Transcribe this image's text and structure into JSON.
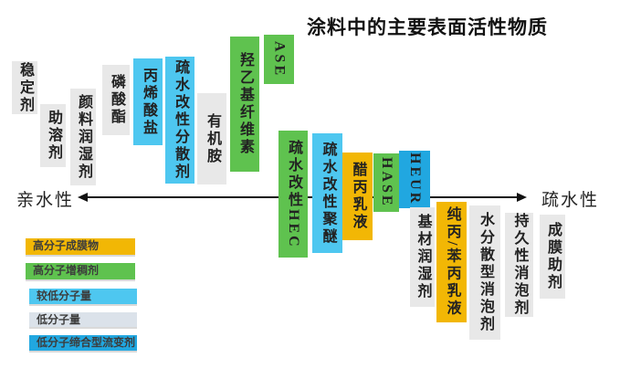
{
  "title": "涂料中的主要表面活性物质",
  "axis": {
    "left_label": "亲水性",
    "right_label": "疏水性"
  },
  "colors": {
    "film_former_yellow": "#F2B705",
    "thickener_green": "#5FC24F",
    "lower_mw_cyan": "#4EC7F0",
    "low_mw_gray": "#E8E8E8",
    "legend_low_mw_gray": "#DBE2EA",
    "assoc_rheology_blue": "#21A7E0",
    "text_dark": "#222222",
    "axis_black": "#111111"
  },
  "bars": [
    {
      "label": "稳定剂",
      "category": "低分子量",
      "color": "low_mw_gray"
    },
    {
      "label": "助溶剂",
      "category": "低分子量",
      "color": "low_mw_gray"
    },
    {
      "label": "颜料润湿剂",
      "category": "低分子量",
      "color": "low_mw_gray"
    },
    {
      "label": "磷酸酯",
      "category": "低分子量",
      "color": "low_mw_gray"
    },
    {
      "label": "丙烯酸盐",
      "category": "较低分子量",
      "color": "lower_mw_cyan"
    },
    {
      "label": "疏水改性分散剂",
      "category": "较低分子量",
      "color": "lower_mw_cyan"
    },
    {
      "label": "有机胺",
      "category": "低分子量",
      "color": "low_mw_gray"
    },
    {
      "label": "羟乙基纤维素",
      "category": "高分子增稠剂",
      "color": "thickener_green"
    },
    {
      "label": "ASE",
      "category": "高分子增稠剂",
      "color": "thickener_green"
    },
    {
      "label": "疏水改性HEC",
      "category": "高分子增稠剂",
      "color": "thickener_green"
    },
    {
      "label": "疏水改性聚醚",
      "category": "较低分子量",
      "color": "lower_mw_cyan"
    },
    {
      "label": "醋丙乳液",
      "category": "高分子成膜物",
      "color": "film_former_yellow"
    },
    {
      "label": "HASE",
      "category": "高分子增稠剂",
      "color": "thickener_green"
    },
    {
      "label": "HEUR",
      "category": "低分子缔合型流变剂",
      "color": "assoc_rheology_blue"
    },
    {
      "label": "基材润湿剂",
      "category": "低分子量",
      "color": "low_mw_gray"
    },
    {
      "label": "纯丙/苯丙乳液",
      "category": "高分子成膜物",
      "color": "film_former_yellow"
    },
    {
      "label": "水分散型消泡剂",
      "category": "低分子量",
      "color": "low_mw_gray"
    },
    {
      "label": "持久性消泡剂",
      "category": "低分子量",
      "color": "low_mw_gray"
    },
    {
      "label": "成膜助剂",
      "category": "低分子量",
      "color": "low_mw_gray"
    }
  ],
  "legend": [
    {
      "label": "高分子成膜物",
      "color": "film_former_yellow"
    },
    {
      "label": "高分子增稠剂",
      "color": "thickener_green"
    },
    {
      "label": "较低分子量",
      "color": "lower_mw_cyan"
    },
    {
      "label": "低分子量",
      "color": "legend_low_mw_gray"
    },
    {
      "label": "低分子缔合型流变剂",
      "color": "assoc_rheology_blue"
    }
  ]
}
